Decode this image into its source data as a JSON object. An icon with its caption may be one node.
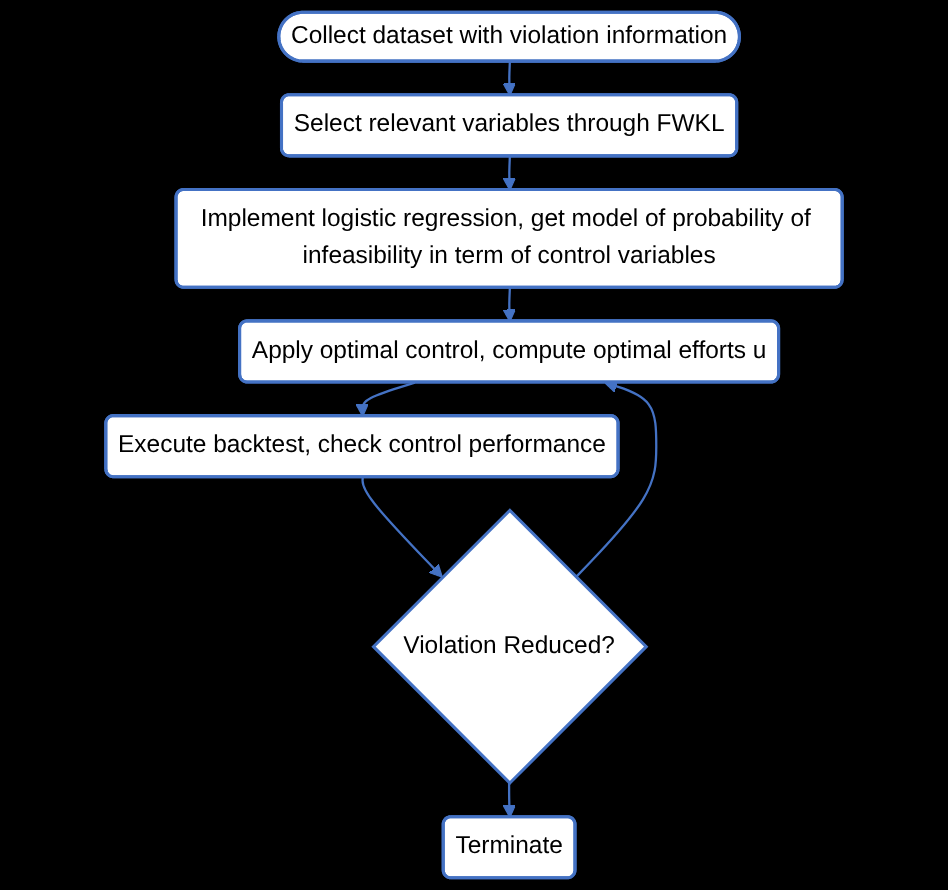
{
  "diagram": {
    "nodes": [
      {
        "text": [
          "Collect dataset with violation information"
        ]
      },
      {
        "text": [
          "Select relevant variables through FWKL"
        ]
      },
      {
        "text": [
          "Implement logistic regression, get model of probability of infeasibility in term of control variables"
        ]
      },
      {
        "text": [
          "Apply optimal control,  compute optimal efforts u"
        ]
      },
      {
        "text": [
          "Execute backtest, check control performance"
        ]
      },
      {
        "text": [
          "Violation Reduced?"
        ]
      },
      {
        "text": [
          "Terminate"
        ]
      }
    ],
    "edges": [
      {
        "from": 0,
        "to": 1,
        "arrow": "to"
      },
      {
        "from": 1,
        "to": 2,
        "arrow": "to"
      },
      {
        "from": 2,
        "to": 3,
        "arrow": "to"
      },
      {
        "from": 3,
        "to": 4,
        "arrow": "to"
      },
      {
        "from": 4,
        "to": 5,
        "arrow": "to"
      },
      {
        "from": 5,
        "to": 6,
        "arrow": "to"
      },
      {
        "from": 5,
        "to": 3,
        "arrow": "to"
      }
    ]
  }
}
